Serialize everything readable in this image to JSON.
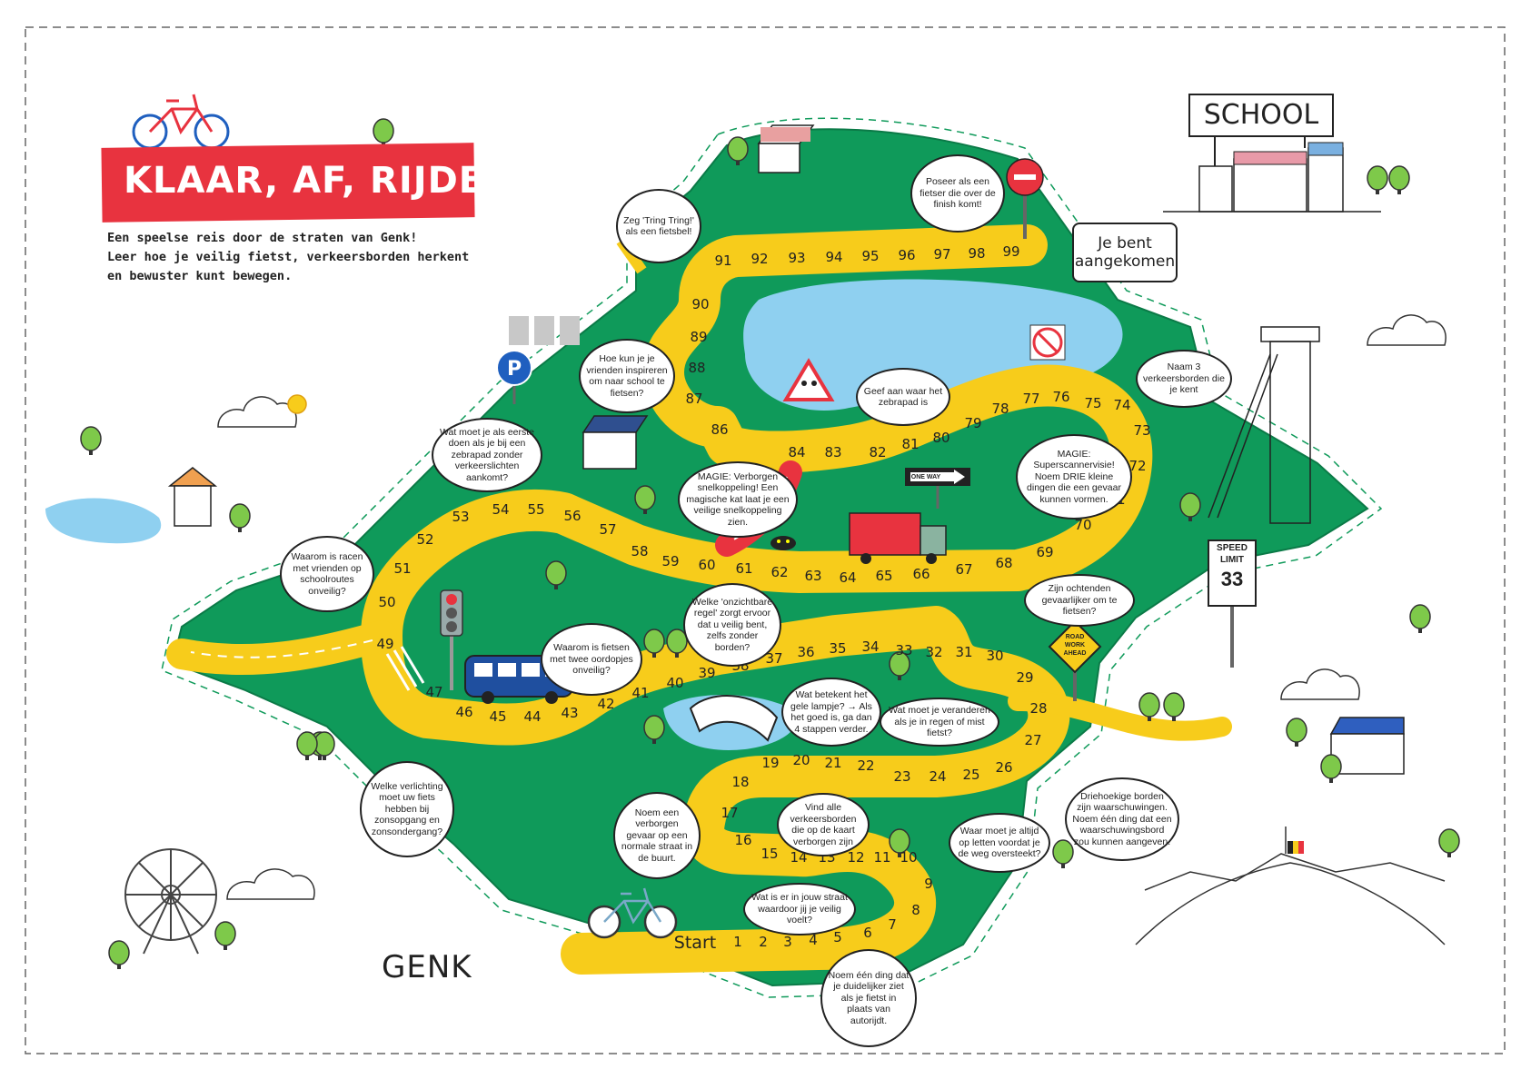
{
  "title": "KLAAR, AF, RIJDEN!",
  "subtitle_lines": [
    "Een speelse reis door de straten van Genk!",
    "Leer hoe je veilig fietst, verkeersborden herkent",
    "en bewuster kunt bewegen."
  ],
  "city_label": "GENK",
  "school_label": "SCHOOL",
  "start_label": "Start",
  "squares": [
    "1",
    "2",
    "3",
    "4",
    "5",
    "6",
    "7",
    "8",
    "9",
    "10",
    "11",
    "12",
    "13",
    "14",
    "15",
    "16",
    "17",
    "18",
    "19",
    "20",
    "21",
    "22",
    "23",
    "24",
    "25",
    "26",
    "27",
    "28",
    "29",
    "30",
    "31",
    "32",
    "33",
    "34",
    "35",
    "36",
    "37",
    "38",
    "39",
    "40",
    "41",
    "42",
    "43",
    "44",
    "45",
    "46",
    "47",
    "49",
    "50",
    "51",
    "52",
    "53",
    "54",
    "55",
    "56",
    "57",
    "58",
    "59",
    "60",
    "61",
    "62",
    "63",
    "64",
    "65",
    "66",
    "67",
    "68",
    "69",
    "70",
    "71",
    "72",
    "73",
    "74",
    "75",
    "76",
    "77",
    "78",
    "79",
    "80",
    "81",
    "82",
    "83",
    "84",
    "86",
    "87",
    "88",
    "89",
    "90",
    "91",
    "92",
    "93",
    "94",
    "95",
    "96",
    "97",
    "98",
    "99"
  ],
  "bubbles": [
    "Zeg 'Tring Tring!' als een fietsbel!",
    "Poseer als een fietser die over de finish komt!",
    "Je bent aangekomen",
    "Hoe kun je je vrienden inspireren om naar school te fietsen?",
    "Geef aan waar het zebrapad is",
    "Naam 3 verkeersborden die je kent",
    "Wat moet je als eerste doen als je bij een zebrapad zonder verkeerslichten aankomt?",
    "MAGIE: Verborgen snelkoppeling! Een magische kat laat je een veilige snelkoppeling zien.",
    "MAGIE: Superscannervisie! Noem DRIE kleine dingen die een gevaar kunnen vormen.",
    "Waarom is racen met vrienden op schoolroutes onveilig?",
    "Zijn ochtenden gevaarlijker om te fietsen?",
    "Welke 'onzichtbare regel' zorgt ervoor dat u veilig bent, zelfs zonder borden?",
    "Waarom is fietsen met twee oordopjes onveilig?",
    "Wat betekent het gele lampje? → Als het goed is, ga dan 4 stappen verder.",
    "Wat moet je veranderen als je in regen of mist fietst?",
    "Welke verlichting moet uw fiets hebben bij zonsopgang en zonsondergang?",
    "Noem een verborgen gevaar op een normale straat in de buurt.",
    "Vind alle verkeersborden die op de kaart verborgen zijn",
    "Driehoekige borden zijn waarschuwingen. Noem één ding dat een waarschuwingsbord zou kunnen aangeven.",
    "Waar moet je altijd op letten voordat je de weg oversteekt?",
    "Wat is er in jouw straat waardoor jij je veilig voelt?",
    "Noem één ding dat je duidelijker ziet als je fietst in plaats van autorijdt."
  ],
  "signs": {
    "one_way": "ONE WAY",
    "speed_top": "SPEED",
    "speed_mid": "LIMIT",
    "speed_value": "33",
    "road_work": [
      "ROAD",
      "WORK",
      "AHEAD"
    ]
  },
  "colors": {
    "title_red": "#e8333f",
    "land_green": "#0f9a5a",
    "road_yellow": "#f7cc1b",
    "lake_blue": "#8fd0f0"
  }
}
